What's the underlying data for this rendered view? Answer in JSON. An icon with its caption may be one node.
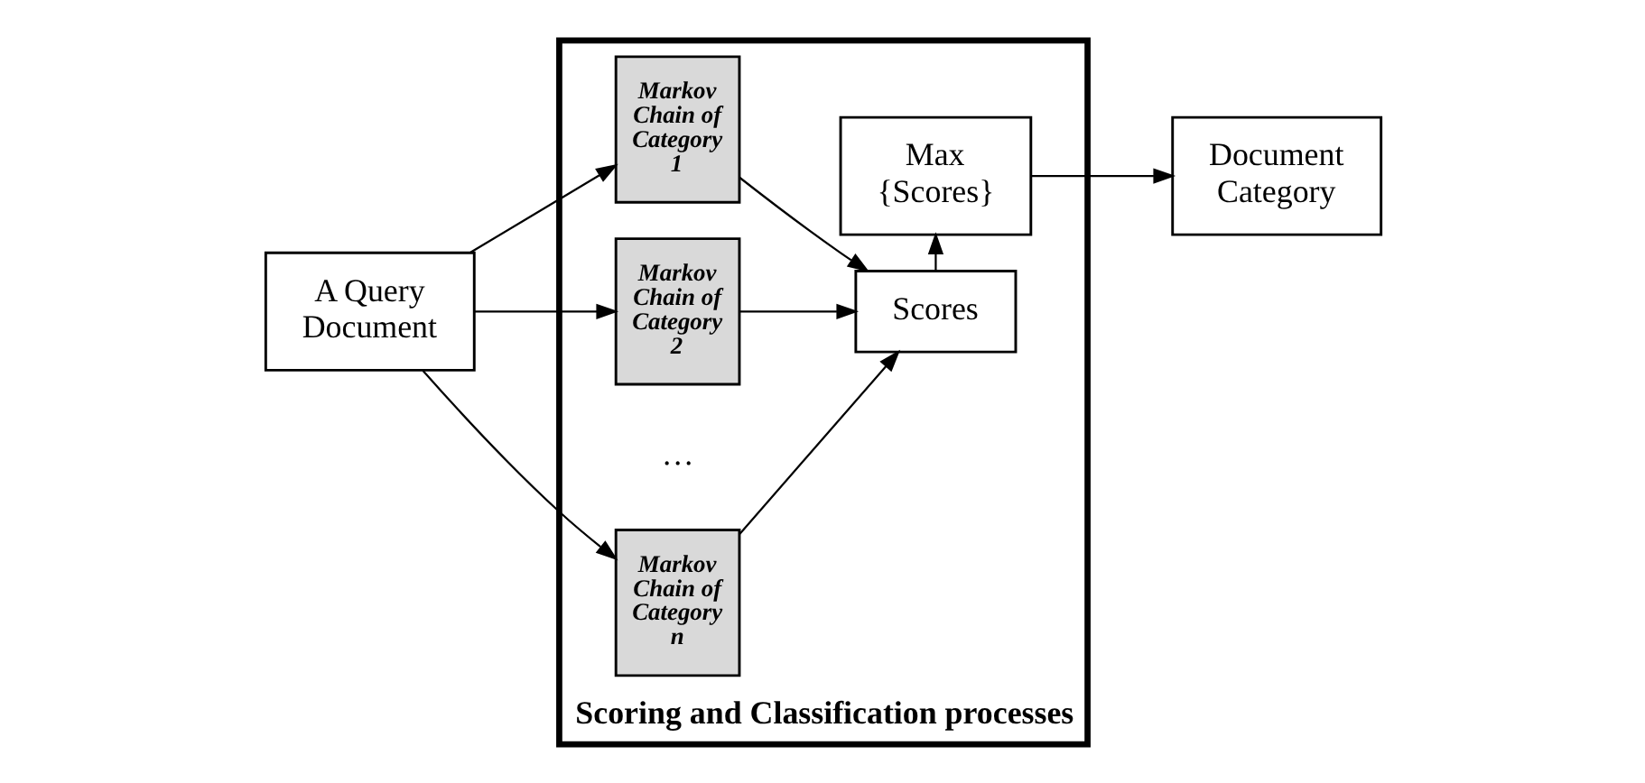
{
  "diagram": {
    "nodes": [
      {
        "text": [
          "A Query Document"
        ]
      },
      {
        "text": [
          "Scoring and Classification processes"
        ]
      },
      {
        "text": [
          "Markov Chain of Category 1"
        ],
        "in": 1
      },
      {
        "text": [
          "Markov Chain of Category 2"
        ],
        "in": 1
      },
      {
        "text": [
          "Markov Chain of Category n"
        ],
        "in": 1
      },
      {
        "text": [
          "Scores"
        ],
        "in": 1
      },
      {
        "text": [
          "Max {Scores}"
        ],
        "in": 1
      },
      {
        "text": [
          "Document Category"
        ]
      }
    ],
    "edges": [
      {
        "from": 0,
        "to": 2,
        "arrow": "to"
      },
      {
        "from": 0,
        "to": 3,
        "arrow": "to"
      },
      {
        "from": 0,
        "to": 4,
        "arrow": "to"
      },
      {
        "from": 2,
        "to": 5,
        "arrow": "to"
      },
      {
        "from": 3,
        "to": 5,
        "arrow": "to"
      },
      {
        "from": 4,
        "to": 5,
        "arrow": "to"
      },
      {
        "from": 5,
        "to": 6,
        "arrow": "to"
      },
      {
        "from": 6,
        "to": 7,
        "arrow": "to"
      }
    ],
    "labels": [
      "…"
    ]
  }
}
